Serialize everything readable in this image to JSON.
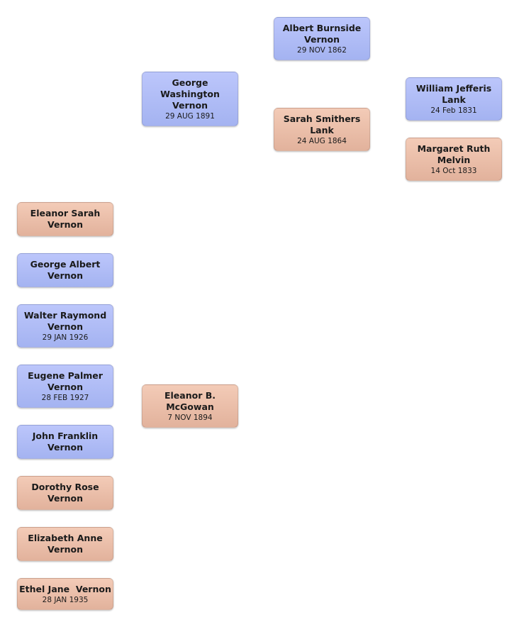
{
  "people": {
    "albert": {
      "name": "Albert Burnside Vernon",
      "date": "29 NOV 1862"
    },
    "george_w": {
      "name": "George Washington Vernon",
      "date": "29 AUG 1891"
    },
    "william": {
      "name": "William Jefferis Lank",
      "date": "24 Feb 1831"
    },
    "sarah": {
      "name": "Sarah Smithers Lank",
      "date": "24 AUG 1864"
    },
    "margaret": {
      "name": "Margaret Ruth Melvin",
      "date": "14 Oct 1833"
    },
    "eleanor_sarah": {
      "name": "Eleanor Sarah Vernon"
    },
    "george_a": {
      "name": "George Albert Vernon"
    },
    "walter": {
      "name": "Walter Raymond Vernon",
      "date": "29 JAN 1926"
    },
    "eugene": {
      "name": "Eugene Palmer Vernon",
      "date": "28 FEB 1927"
    },
    "eleanor_b": {
      "name": "Eleanor B. McGowan",
      "date": "7 NOV 1894"
    },
    "john": {
      "name": "John Franklin Vernon"
    },
    "dorothy": {
      "name": "Dorothy Rose Vernon"
    },
    "elizabeth": {
      "name": "Elizabeth Anne Vernon"
    },
    "ethel": {
      "name": "Ethel Jane  Vernon",
      "date": "28 JAN 1935"
    }
  },
  "colors": {
    "male": "#a4b3f1",
    "female": "#e2b29c"
  }
}
